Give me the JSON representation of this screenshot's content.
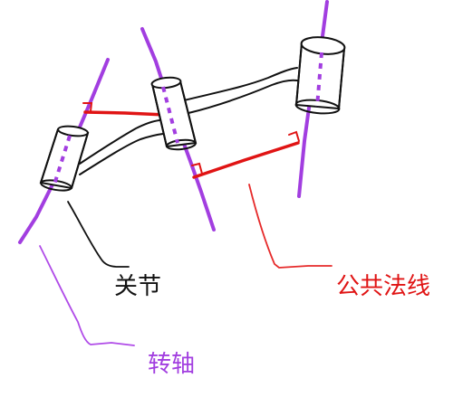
{
  "labels": {
    "joint": "关节",
    "common_normal": "公共法线",
    "rotation_axis": "转轴"
  },
  "colors": {
    "axis": "#a23ee0",
    "axis_leader": "#b04be8",
    "normal": "#e01414",
    "normal_leader": "#e62a2a",
    "ink": "#111111"
  }
}
